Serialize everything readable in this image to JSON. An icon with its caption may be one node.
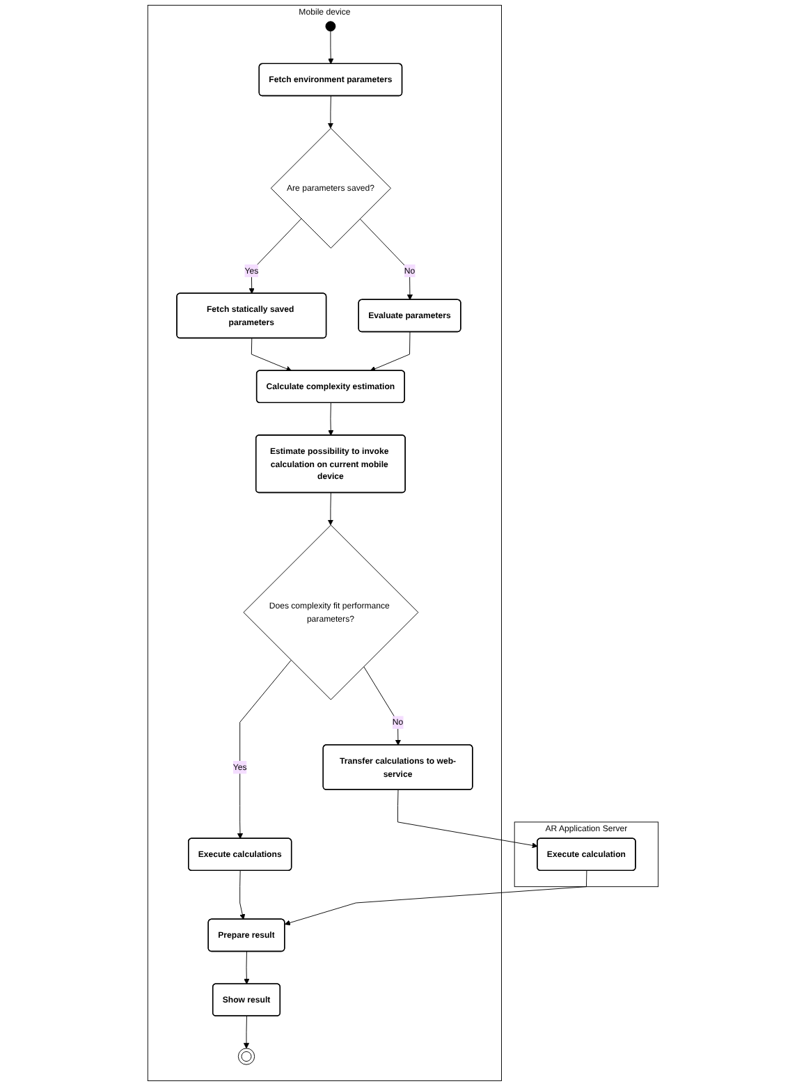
{
  "diagram": {
    "nodes": [
      {
        "text": [
          "Mobile device"
        ]
      },
      {
        "text": [
          "AR Application Server"
        ]
      },
      {
        "text": [],
        "shape": "circle",
        "in": 0
      },
      {
        "text": [
          "Fetch environment parameters"
        ],
        "in": 0
      },
      {
        "text": [
          "Are parameters saved?"
        ],
        "in": 0
      },
      {
        "text": [
          "Fetch statically saved parameters"
        ],
        "in": 0
      },
      {
        "text": [
          "Evaluate parameters"
        ],
        "in": 0
      },
      {
        "text": [
          "Calculate complexity estimation"
        ],
        "in": 0
      },
      {
        "text": [
          "Estimate possibility to invoke calculation on current mobile device"
        ],
        "in": 0
      },
      {
        "text": [
          "Does complexity fit performance parameters?"
        ],
        "in": 0
      },
      {
        "text": [
          "Execute calculations"
        ],
        "in": 0
      },
      {
        "text": [
          "Transfer calculations to web-service"
        ],
        "in": 0
      },
      {
        "text": [
          "Execute calculation"
        ],
        "in": 1
      },
      {
        "text": [
          "Prepare result"
        ],
        "in": 0
      },
      {
        "text": [
          "Show result"
        ],
        "in": 0
      },
      {
        "text": [],
        "shape": "circle",
        "in": 0
      }
    ],
    "edges": [
      {
        "from": 2,
        "to": 3,
        "arrow": "to"
      },
      {
        "from": 3,
        "to": 4,
        "arrow": "to"
      },
      {
        "from": 4,
        "to": 5,
        "arrow": "to",
        "label": "Yes"
      },
      {
        "from": 4,
        "to": 6,
        "arrow": "to",
        "label": "No"
      },
      {
        "from": 5,
        "to": 7,
        "arrow": "to"
      },
      {
        "from": 6,
        "to": 7,
        "arrow": "to"
      },
      {
        "from": 7,
        "to": 8,
        "arrow": "to"
      },
      {
        "from": 8,
        "to": 9,
        "arrow": "to"
      },
      {
        "from": 9,
        "to": 10,
        "arrow": "to",
        "label": "Yes"
      },
      {
        "from": 9,
        "to": 11,
        "arrow": "to",
        "label": "No"
      },
      {
        "from": 11,
        "to": 12,
        "arrow": "to"
      },
      {
        "from": 10,
        "to": 13,
        "arrow": "to"
      },
      {
        "from": 12,
        "to": 13,
        "arrow": "to"
      },
      {
        "from": 13,
        "to": 14,
        "arrow": "to"
      },
      {
        "from": 14,
        "to": 15,
        "arrow": "to"
      }
    ]
  }
}
